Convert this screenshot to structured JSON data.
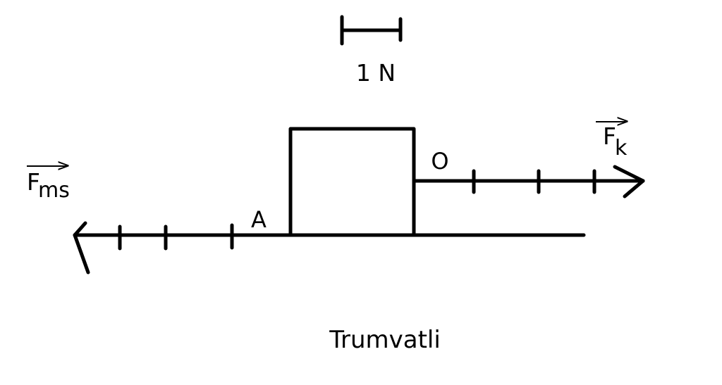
{
  "scale": {
    "label": "1 N"
  },
  "points": {
    "A": "A",
    "O": "O"
  },
  "forces": {
    "friction": {
      "base": "F",
      "subscript": "ms",
      "arrow": ">"
    },
    "pull": {
      "base": "F",
      "subscript": "k",
      "arrow": ">"
    }
  },
  "caption": "Trumvatli",
  "colors": {
    "ink": "#000000",
    "background": "#ffffff"
  }
}
